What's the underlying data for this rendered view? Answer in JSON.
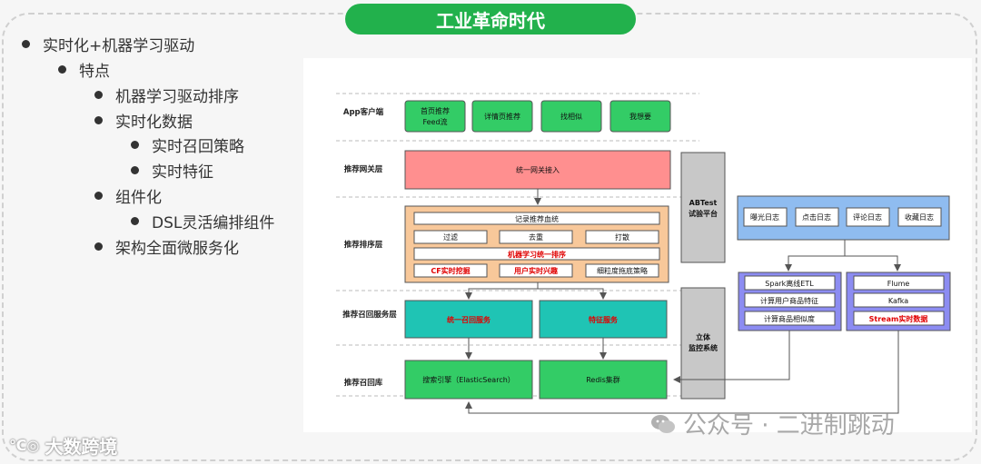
{
  "title": "工业革命时代",
  "bullets": [
    {
      "text": "实时化+机器学习驱动",
      "level": 0
    },
    {
      "text": "特点",
      "level": 1
    },
    {
      "text": "机器学习驱动排序",
      "level": 2
    },
    {
      "text": "实时化数据",
      "level": 2
    },
    {
      "text": "实时召回策略",
      "level": 3
    },
    {
      "text": "实时特征",
      "level": 3
    },
    {
      "text": "组件化",
      "level": 2
    },
    {
      "text": "DSL灵活编排组件",
      "level": 3
    },
    {
      "text": "架构全面微服务化",
      "level": 2
    }
  ],
  "diagram": {
    "layers": [
      "App客户端",
      "推荐网关层",
      "推荐排序层",
      "推荐召回服务层",
      "推荐召回库"
    ],
    "app_boxes": [
      "首页推荐\nFeed流",
      "详情页推荐",
      "找相似",
      "我想要"
    ],
    "gateway": "统一网关接入",
    "ranking": {
      "row1": "记录推荐血统",
      "row2": [
        "过滤",
        "去重",
        "打散"
      ],
      "row3": "机器学习统一排序",
      "row4": [
        "CF实时挖掘",
        "用户实时兴趣",
        "细粒度拖底策略"
      ]
    },
    "recall_services": [
      "统一召回服务",
      "特征服务"
    ],
    "recall_stores": [
      "搜索引擎（ElasticSearch）",
      "Redis集群"
    ],
    "abtest": "ABTest\n试验平台",
    "monitor": "立体\n监控系统",
    "logs": [
      "曝光日志",
      "点击日志",
      "评论日志",
      "收藏日志"
    ],
    "spark_stack": [
      "Spark离线ETL",
      "计算用户商品特征",
      "计算商品相似度"
    ],
    "stream_stack": [
      "Flume",
      "Kafka",
      "Stream实时数据"
    ]
  },
  "watermark": "公众号 · 二进制跳动",
  "logo": "大数跨境",
  "colors": {
    "green": "#22b14c",
    "app": "#33cc66",
    "gateway": "#ff8f8f",
    "ranking": "#f8c89a",
    "teal": "#1fc4b4",
    "purple": "#8c8cf2",
    "blue": "#8fbcf0",
    "gray": "#c8c8c8"
  }
}
